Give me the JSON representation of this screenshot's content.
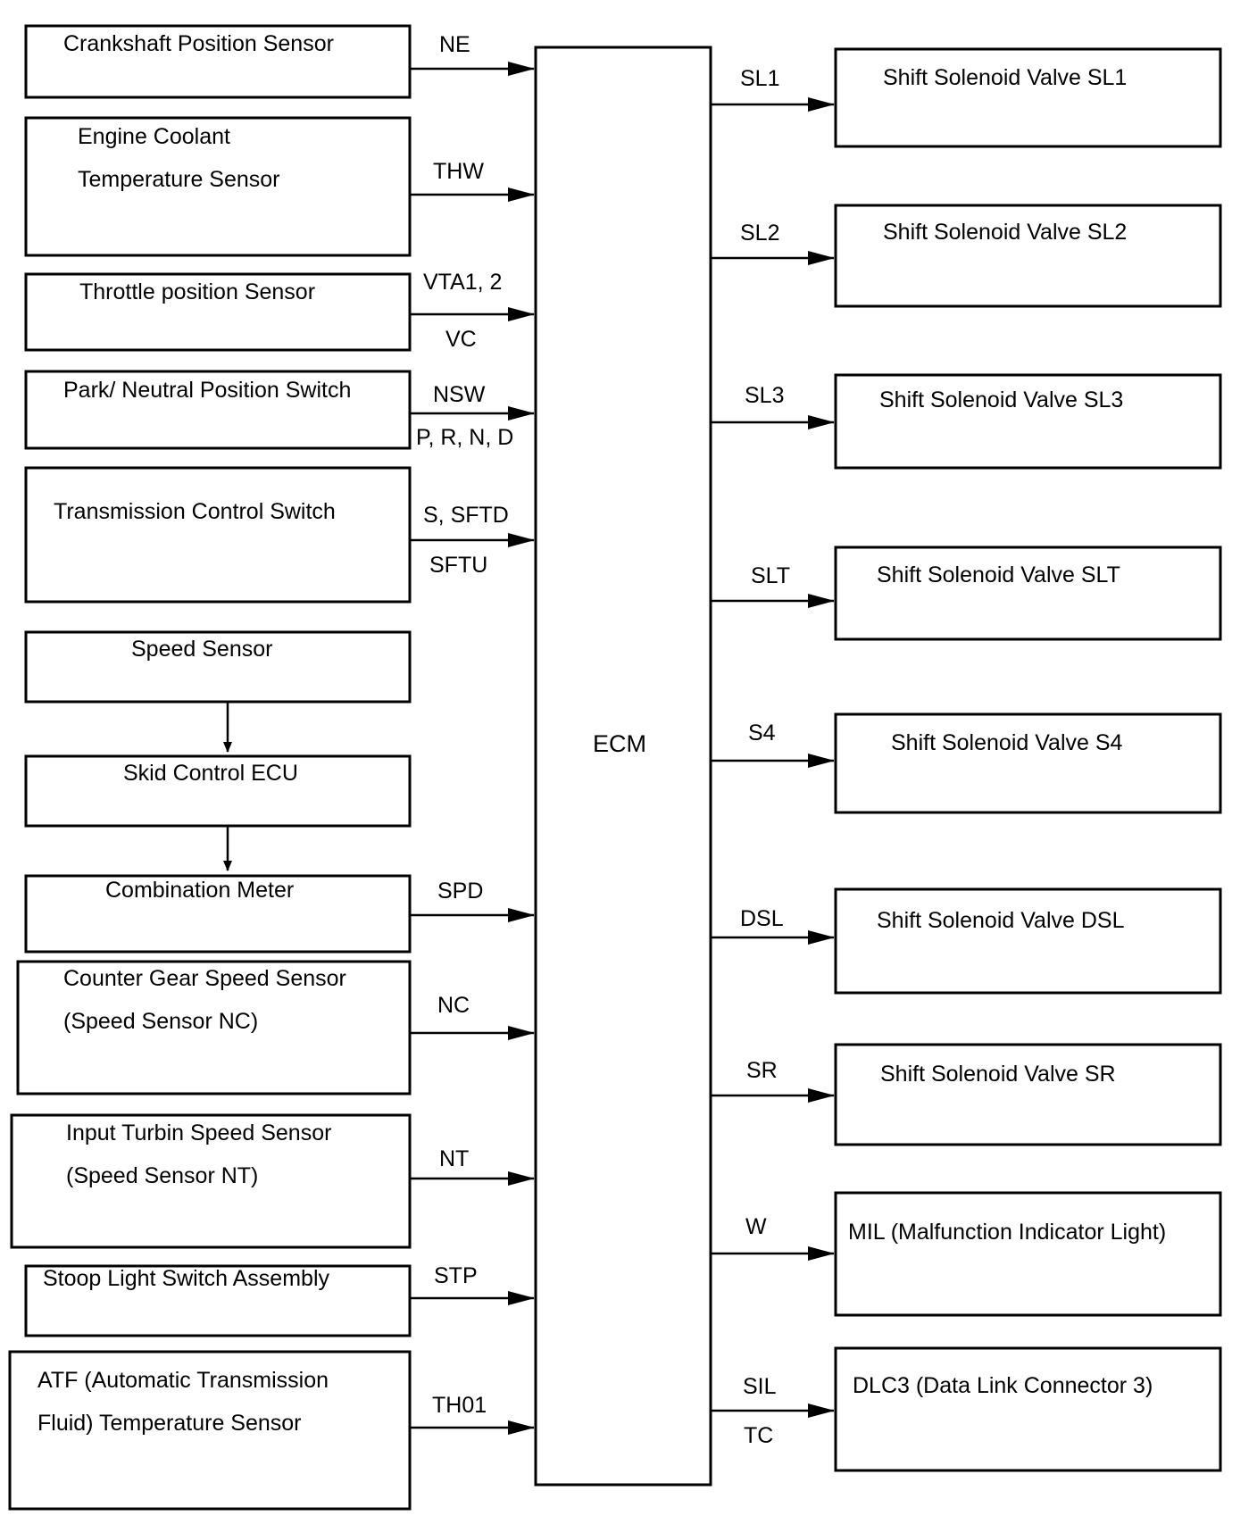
{
  "ecm": {
    "label": "ECM"
  },
  "inputs": [
    {
      "id": "crankshaft",
      "lines": [
        "Crankshaft Position Sensor"
      ],
      "signals": [
        "NE"
      ]
    },
    {
      "id": "coolant",
      "lines": [
        "Engine Coolant",
        "Temperature Sensor"
      ],
      "signals": [
        "THW"
      ]
    },
    {
      "id": "throttle",
      "lines": [
        "Throttle position Sensor"
      ],
      "signals": [
        "VTA1, 2",
        "VC"
      ]
    },
    {
      "id": "park-neutral",
      "lines": [
        "Park/ Neutral Position Switch"
      ],
      "signals": [
        "NSW",
        "P, R, N, D"
      ]
    },
    {
      "id": "trans-control",
      "lines": [
        "Transmission Control Switch"
      ],
      "signals": [
        "S, SFTD",
        "SFTU"
      ]
    },
    {
      "id": "speed",
      "lines": [
        "Speed Sensor"
      ],
      "signals": []
    },
    {
      "id": "skid",
      "lines": [
        "Skid Control ECU"
      ],
      "signals": []
    },
    {
      "id": "combination",
      "lines": [
        "Combination Meter"
      ],
      "signals": [
        "SPD"
      ]
    },
    {
      "id": "counter-gear",
      "lines": [
        "Counter Gear Speed Sensor",
        "(Speed Sensor NC)"
      ],
      "signals": [
        "NC"
      ]
    },
    {
      "id": "input-turbin",
      "lines": [
        "Input Turbin Speed Sensor",
        "(Speed Sensor NT)"
      ],
      "signals": [
        "NT"
      ]
    },
    {
      "id": "stop-light",
      "lines": [
        "Stoop Light Switch Assembly"
      ],
      "signals": [
        "STP"
      ]
    },
    {
      "id": "atf",
      "lines": [
        "ATF (Automatic Transmission",
        "Fluid) Temperature Sensor"
      ],
      "signals": [
        "TH01"
      ]
    }
  ],
  "outputs": [
    {
      "id": "sl1",
      "lines": [
        "Shift Solenoid Valve SL1"
      ],
      "signals": [
        "SL1"
      ]
    },
    {
      "id": "sl2",
      "lines": [
        "Shift Solenoid Valve SL2"
      ],
      "signals": [
        "SL2"
      ]
    },
    {
      "id": "sl3",
      "lines": [
        "Shift Solenoid Valve SL3"
      ],
      "signals": [
        "SL3"
      ]
    },
    {
      "id": "slt",
      "lines": [
        "Shift Solenoid Valve SLT"
      ],
      "signals": [
        "SLT"
      ]
    },
    {
      "id": "s4",
      "lines": [
        "Shift Solenoid Valve S4"
      ],
      "signals": [
        "S4"
      ]
    },
    {
      "id": "dsl",
      "lines": [
        "Shift Solenoid Valve DSL"
      ],
      "signals": [
        "DSL"
      ]
    },
    {
      "id": "sr",
      "lines": [
        "Shift Solenoid Valve SR"
      ],
      "signals": [
        "SR"
      ]
    },
    {
      "id": "mil",
      "lines": [
        "MIL (Malfunction Indicator Light)"
      ],
      "signals": [
        "W"
      ]
    },
    {
      "id": "dlc3",
      "lines": [
        "DLC3 (Data Link Connector 3)"
      ],
      "signals": [
        "SIL",
        "TC"
      ]
    }
  ]
}
